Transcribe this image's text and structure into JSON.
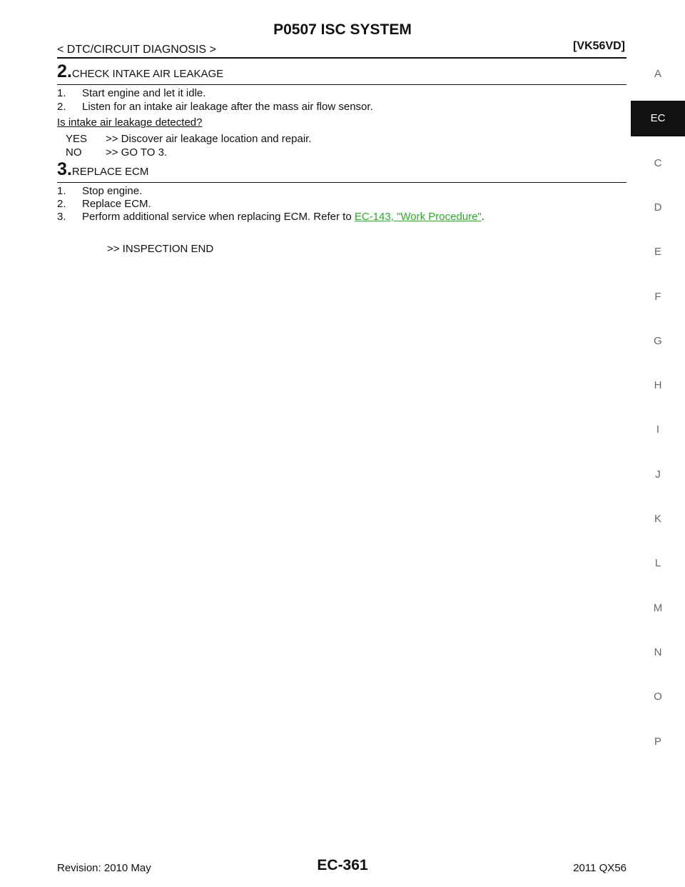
{
  "header": {
    "title": "P0507 ISC SYSTEM",
    "breadcrumb": "< DTC/CIRCUIT DIAGNOSIS >",
    "model_code": "[VK56VD]"
  },
  "steps": [
    {
      "number": "2.",
      "title": "CHECK INTAKE AIR LEAKAGE",
      "items": [
        {
          "num": "1.",
          "text": "Start engine and let it idle."
        },
        {
          "num": "2.",
          "text": "Listen for an intake air leakage after the mass air flow sensor."
        }
      ],
      "question": "Is intake air leakage detected?",
      "answers": [
        {
          "key": "YES",
          "text": ">> Discover air leakage location and repair."
        },
        {
          "key": "NO",
          "text": ">> GO TO 3."
        }
      ]
    },
    {
      "number": "3.",
      "title": "REPLACE ECM",
      "items": [
        {
          "num": "1.",
          "text": "Stop engine."
        },
        {
          "num": "2.",
          "text": "Replace ECM."
        },
        {
          "num": "3.",
          "text": "Perform additional service when replacing ECM. Refer to ",
          "link": "EC-143, \"Work Procedure\"",
          "after": "."
        }
      ],
      "end": ">> INSPECTION END"
    }
  ],
  "tabs": [
    "A",
    "EC",
    "C",
    "D",
    "E",
    "F",
    "G",
    "H",
    "I",
    "J",
    "K",
    "L",
    "M",
    "N",
    "O",
    "P"
  ],
  "active_tab": "EC",
  "footer": {
    "revision": "Revision: 2010 May",
    "page": "EC-361",
    "model": "2011 QX56"
  },
  "colors": {
    "link": "#2eaa2e",
    "active_tab_bg": "#111111"
  }
}
